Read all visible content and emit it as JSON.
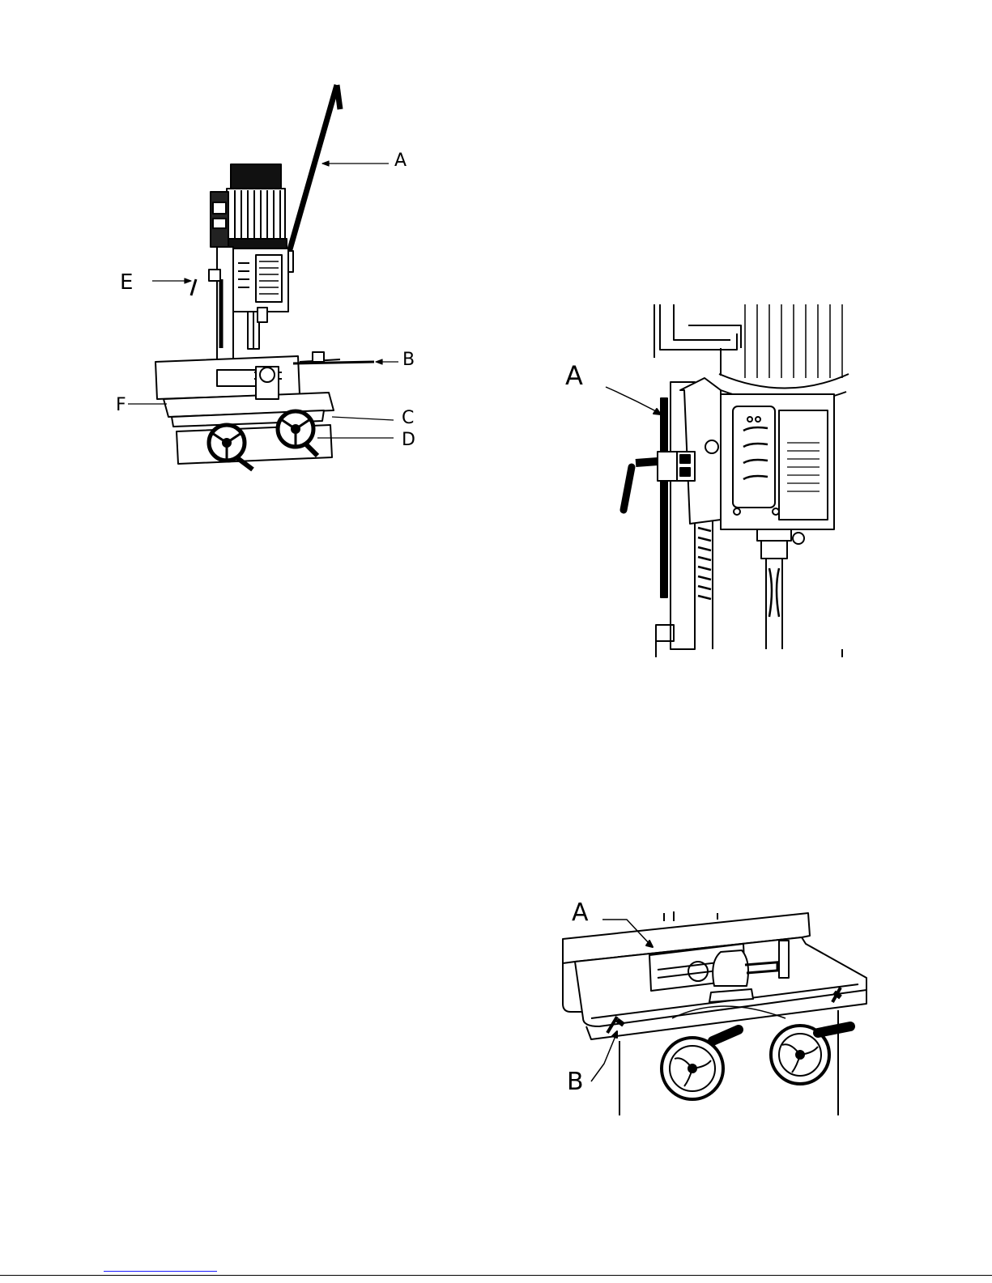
{
  "figure1": {
    "labels": {
      "a": "A",
      "b": "B",
      "c": "C",
      "d": "D",
      "e": "E",
      "f": "F"
    }
  },
  "figure2": {
    "labels": {
      "a": "A"
    }
  },
  "figure3": {
    "labels": {
      "a": "A",
      "b": "B"
    }
  },
  "colors": {
    "ink": "#000000",
    "paper": "#ffffff",
    "link_rule": "#1a1aff"
  }
}
